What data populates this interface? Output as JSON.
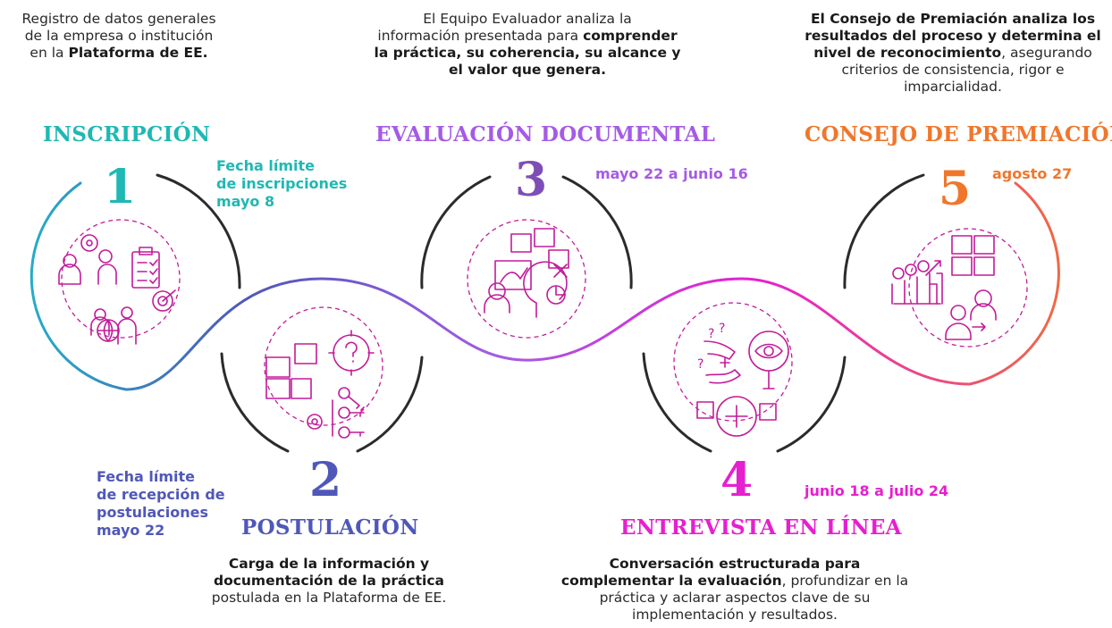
{
  "colors": {
    "step1": "#1fb8b3",
    "step2": "#4f58b8",
    "step3": "#a55be6",
    "step4": "#e61fd0",
    "step5": "#f0762c",
    "icon": "#c21b9a",
    "ring": "#2b2b2b"
  },
  "steps": [
    {
      "number": "1",
      "title": "INSCRIPCIÓN",
      "desc_1": "Registro de datos generales",
      "desc_2": "de la empresa o institución",
      "desc_3a": "en la ",
      "desc_3b": "Plataforma de EE.",
      "date_1": "Fecha límite",
      "date_2": "de inscripciones",
      "date_3": "mayo 8",
      "icon": "team-checklist-icon"
    },
    {
      "number": "2",
      "title": "POSTULACIÓN",
      "desc_1": "Carga de la información y",
      "desc_2": "documentación de la práctica",
      "desc_3": "postulada en la Plataforma de EE.",
      "date_1": "Fecha límite",
      "date_2": "de recepción de",
      "date_3": "postulaciones",
      "date_4": "mayo 22",
      "icon": "puzzle-question-icon"
    },
    {
      "number": "3",
      "title": "EVALUACIÓN DOCUMENTAL",
      "desc_1": "El Equipo Evaluador analiza la",
      "desc_2a": "información presentada para ",
      "desc_2b": "comprender",
      "desc_3": "la práctica, su coherencia, su alcance y",
      "desc_4": "el valor que genera.",
      "date": "mayo 22 a junio 16",
      "icon": "analysis-puzzle-icon"
    },
    {
      "number": "4",
      "title": "ENTREVISTA EN LÍNEA",
      "desc_1": "Conversación estructurada para",
      "desc_2a": "complementar la evaluación",
      "desc_2b": ", profundizar en la",
      "desc_3": "práctica y aclarar aspectos clave de su",
      "desc_4": "implementación y resultados.",
      "date": "junio 18 a julio 24",
      "icon": "interview-eye-icon"
    },
    {
      "number": "5",
      "title": "CONSEJO DE PREMIACIÓN",
      "desc_1": "El Consejo de Premiación analiza los",
      "desc_2": "resultados del proceso y determina el",
      "desc_3a": "nivel de reconocimiento",
      "desc_3b": ", asegurando",
      "desc_4": "criterios de consistencia, rigor e",
      "desc_5": "imparcialidad.",
      "date": "agosto 27",
      "icon": "growth-puzzle-icon"
    }
  ]
}
